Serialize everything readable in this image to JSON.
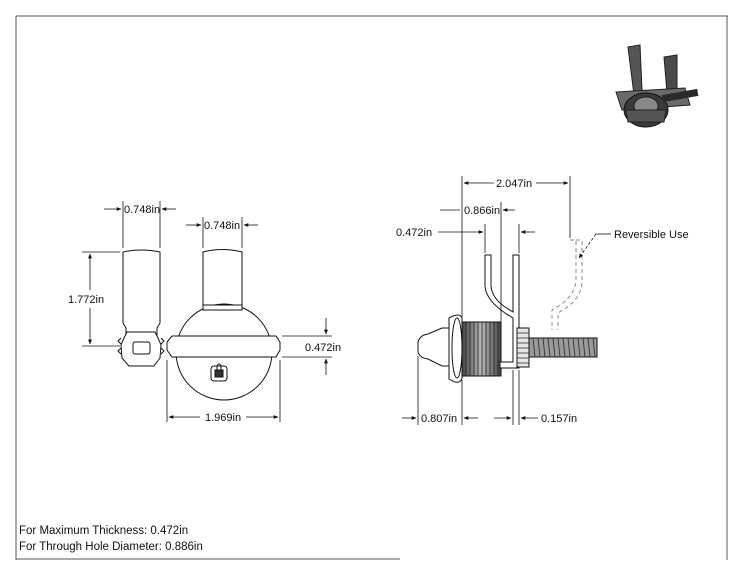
{
  "dimensions": {
    "front_left_width": "0.748in",
    "front_right_width": "0.748in",
    "front_height": "1.772in",
    "handle_height": "0.472in",
    "handle_width": "1.969in",
    "side_total": "2.047in",
    "side_offset": "0.866in",
    "side_top": "0.472in",
    "side_cap": "0.807in",
    "side_cam": "0.157in"
  },
  "callout": "Reversible Use",
  "notes": {
    "max_thickness": "For Maximum Thickness: 0.472in",
    "through_hole": "For Through Hole Diameter: 0.886in"
  },
  "colors": {
    "line": "#111111",
    "border": "#555555",
    "shade": "#cfcfcf",
    "dark": "#2f2f2f"
  },
  "icons": {
    "thumbnail": "cam-lock-3d-render",
    "lock": "lock-icon"
  }
}
